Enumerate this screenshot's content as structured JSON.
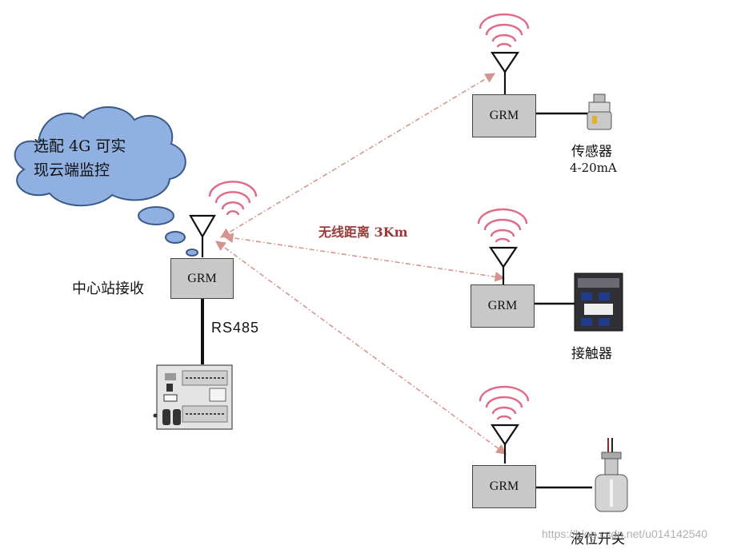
{
  "cloud": {
    "line1": "选配 4G 可实",
    "line2": "现云端监控"
  },
  "central": {
    "module_label": "GRM",
    "station_label": "中心站接收",
    "bus_label": "RS485"
  },
  "link_label": "无线距离 3Km",
  "nodes": [
    {
      "module_label": "GRM",
      "device_label": "传感器",
      "device_sublabel": "4-20mA"
    },
    {
      "module_label": "GRM",
      "device_label": "接触器"
    },
    {
      "module_label": "GRM",
      "device_label": "液位开关"
    }
  ],
  "watermark": "https://blog.csdn.net/u014142540",
  "colors": {
    "signal": "#e06a86",
    "link_arrow": "#d4958e",
    "cloud_fill": "#8fb0e0",
    "cloud_stroke": "#3a5a88",
    "module_fill": "#c8c8c8",
    "link_label": "#9b3a3a"
  }
}
